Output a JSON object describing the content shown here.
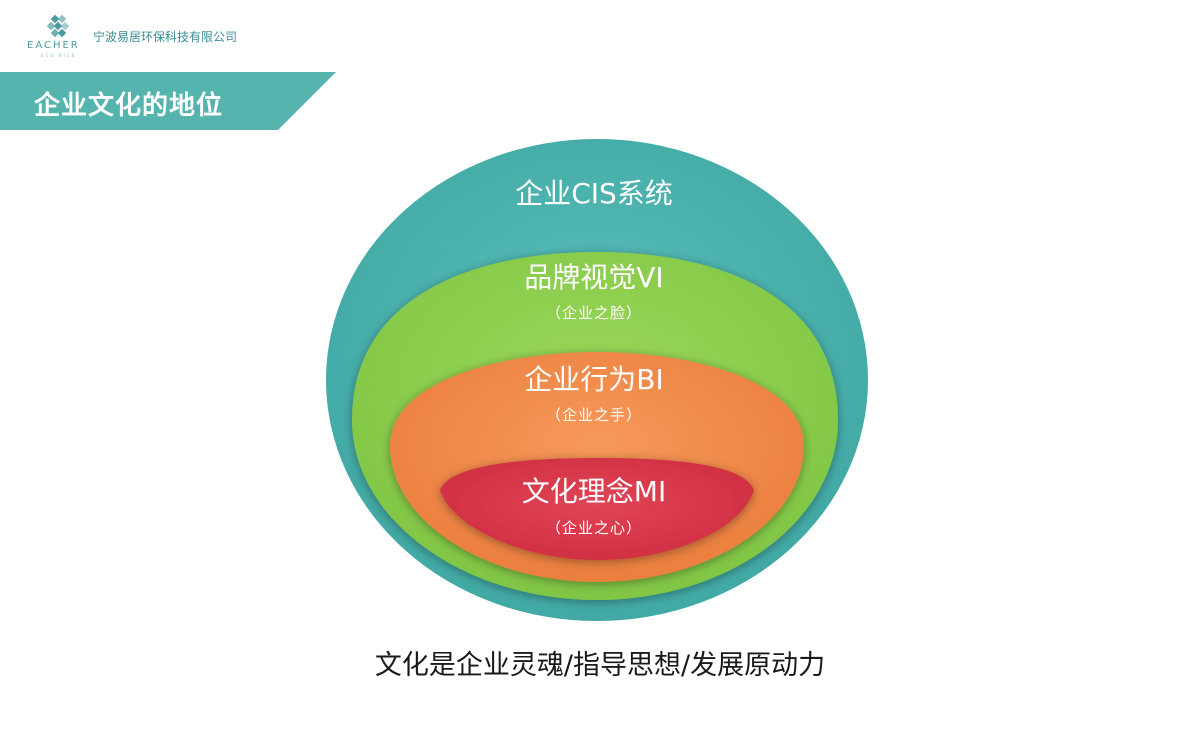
{
  "header": {
    "logo_text": "EACHER",
    "logo_subtext": "ECO NICE",
    "company_name": "宁波易居环保科技有限公司"
  },
  "title": "企业文化的地位",
  "colors": {
    "teal": "#4fb5b1",
    "green": "#8fd14f",
    "orange": "#f08a47",
    "red": "#d9354a",
    "title_band": "#56b4ae"
  },
  "layers": [
    {
      "name": "企业CIS系统",
      "sub": ""
    },
    {
      "name": "品牌视觉VI",
      "sub": "（企业之脸）"
    },
    {
      "name": "企业行为BI",
      "sub": "（企业之手）"
    },
    {
      "name": "文化理念MI",
      "sub": "（企业之心）"
    }
  ],
  "caption": "文化是企业灵魂/指导思想/发展原动力"
}
